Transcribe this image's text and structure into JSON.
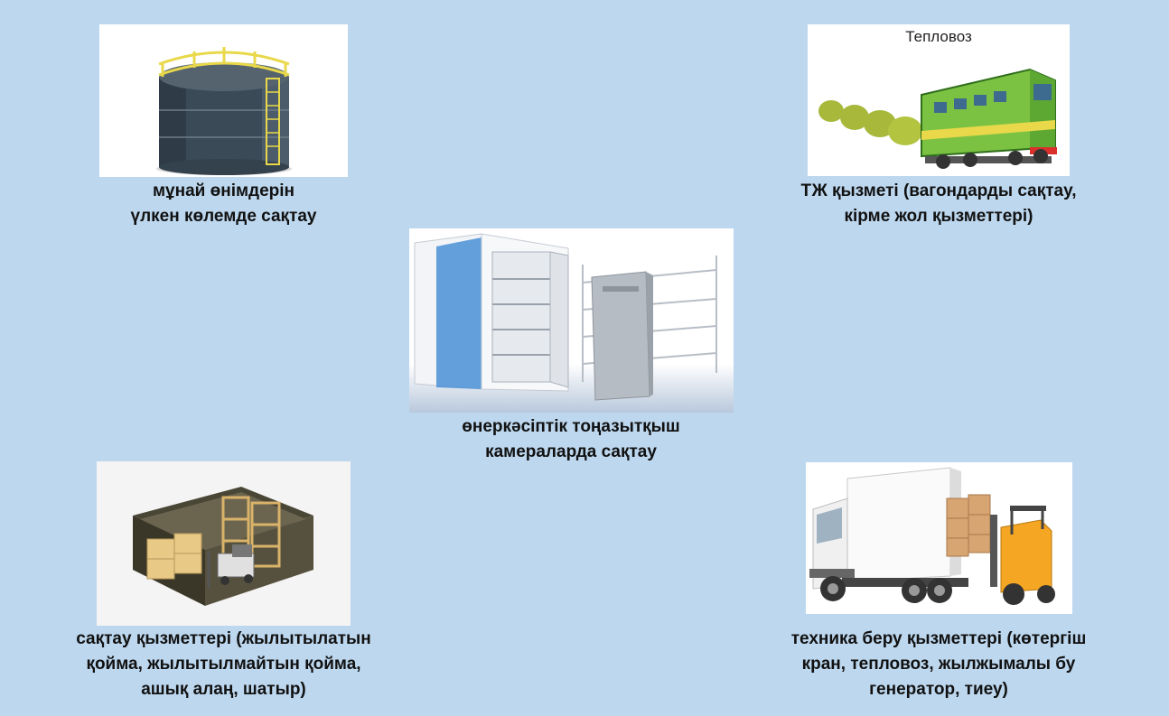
{
  "colors": {
    "background": "#bdd7ee",
    "caption_text": "#111111",
    "tank_body": "#3b4a57",
    "railing": "#e8d84a",
    "locomotive": "#7cc242",
    "forklift": "#f5a623"
  },
  "items": [
    {
      "id": "oil-storage",
      "icon": "oil-tank-icon",
      "caption_lines": [
        "мұнай өнімдерін",
        "үлкен көлемде сақтау"
      ]
    },
    {
      "id": "rail-service",
      "icon": "locomotive-icon",
      "image_label": "Тепловоз",
      "caption_lines": [
        "ТЖ қызметі (вагондарды сақтау,",
        "кірме жол қызметтері)"
      ]
    },
    {
      "id": "cold-storage",
      "icon": "cold-room-icon",
      "caption_lines": [
        "өнеркәсіптік тоңазытқыш",
        "камераларда сақтау"
      ]
    },
    {
      "id": "warehouse-services",
      "icon": "warehouse-icon",
      "caption_lines": [
        "сақтау қызметтері (жылытылатын",
        "қойма, жылытылмайтын қойма,",
        "ашық алаң, шатыр)"
      ]
    },
    {
      "id": "equipment-services",
      "icon": "truck-forklift-icon",
      "caption_lines": [
        "техника беру қызметтері (көтергіш",
        "кран, тепловоз, жылжымалы бу",
        "генератор, тиеу)"
      ]
    }
  ]
}
